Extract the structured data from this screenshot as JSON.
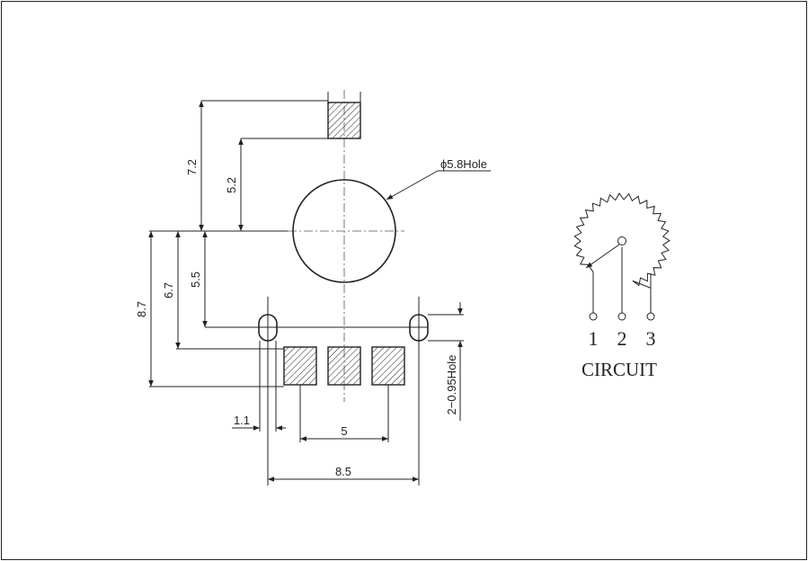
{
  "footprint": {
    "hole_callout": "ϕ5.8Hole",
    "pin_hole_callout": "2−0.95Hole",
    "dimensions": {
      "top_pad_to_center": "7.2",
      "top_pad_edge": "5.2",
      "center_to_pin_holes": "5.5",
      "center_to_pad_row_top": "6.7",
      "center_to_pad_row_bottom": "8.7",
      "hole_offset": "1.1",
      "pad_pitch": "5",
      "hole_spacing": "8.5"
    }
  },
  "circuit": {
    "title": "CIRCUIT",
    "pins": [
      "1",
      "2",
      "3"
    ]
  }
}
